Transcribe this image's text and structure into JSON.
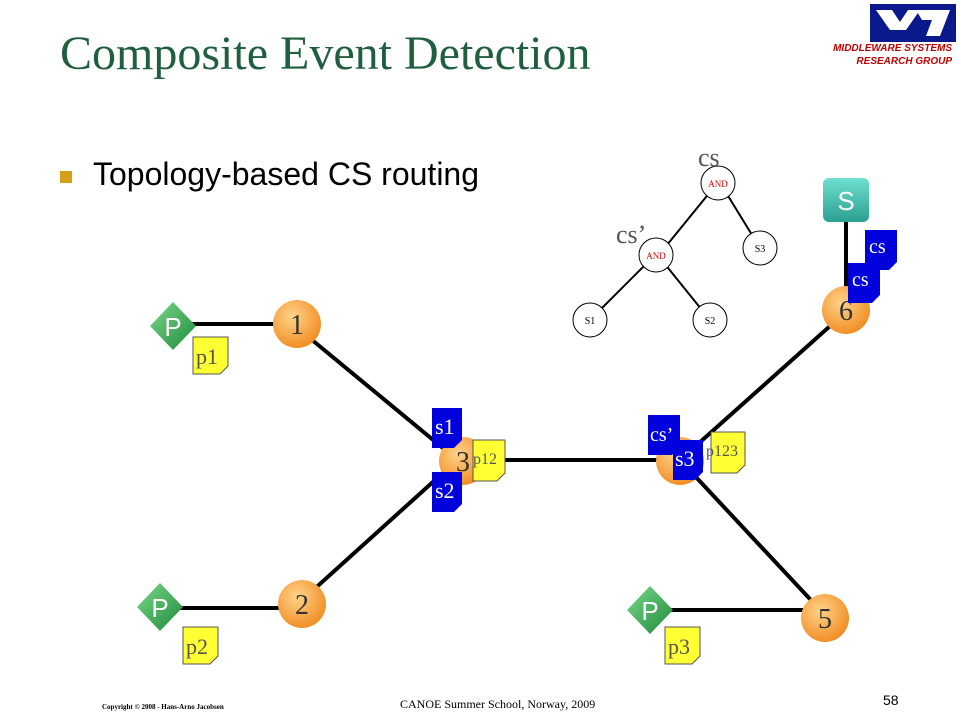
{
  "slide": {
    "title": "Composite Event Detection",
    "bullet": "Topology-based CS routing",
    "footer_copyright": "Copyright © 2008 - Hans-Arno Jacobsen",
    "footer_center": "CANOE Summer School, Norway, 2009",
    "page_number": "58"
  },
  "logo": {
    "line1": "MIDDLEWARE SYSTEMS",
    "line2": "RESEARCH GROUP"
  },
  "tree": {
    "root_label": "cs",
    "root_op": "AND",
    "sub_label": "cs’",
    "sub_op": "AND",
    "leaf_s1": "S1",
    "leaf_s2": "S2",
    "leaf_s3": "S3"
  },
  "nodes": {
    "n1": "1",
    "n2": "2",
    "n3": "3",
    "n5": "5",
    "n6": "6"
  },
  "publishers": {
    "p_top": "P",
    "p_bottom_left": "P",
    "p_bottom_right": "P"
  },
  "subscriber": "S",
  "notes": {
    "p1": "p1",
    "p2": "p2",
    "p3": "p3",
    "p12": "p12",
    "p123": "p123",
    "s1": "s1",
    "s2": "s2",
    "s3": "s3",
    "cs_prime": "cs’",
    "cs_a": "cs",
    "cs_b": "cs"
  },
  "colors": {
    "title": "#1f5f3f",
    "node_orange": "#f4a340",
    "publisher_green": "#3fa05a",
    "subscriber_teal": "#3fc0b0",
    "note_yellow": "#ffff33",
    "note_blue": "#0000dd",
    "and_red": "#cc0000"
  }
}
